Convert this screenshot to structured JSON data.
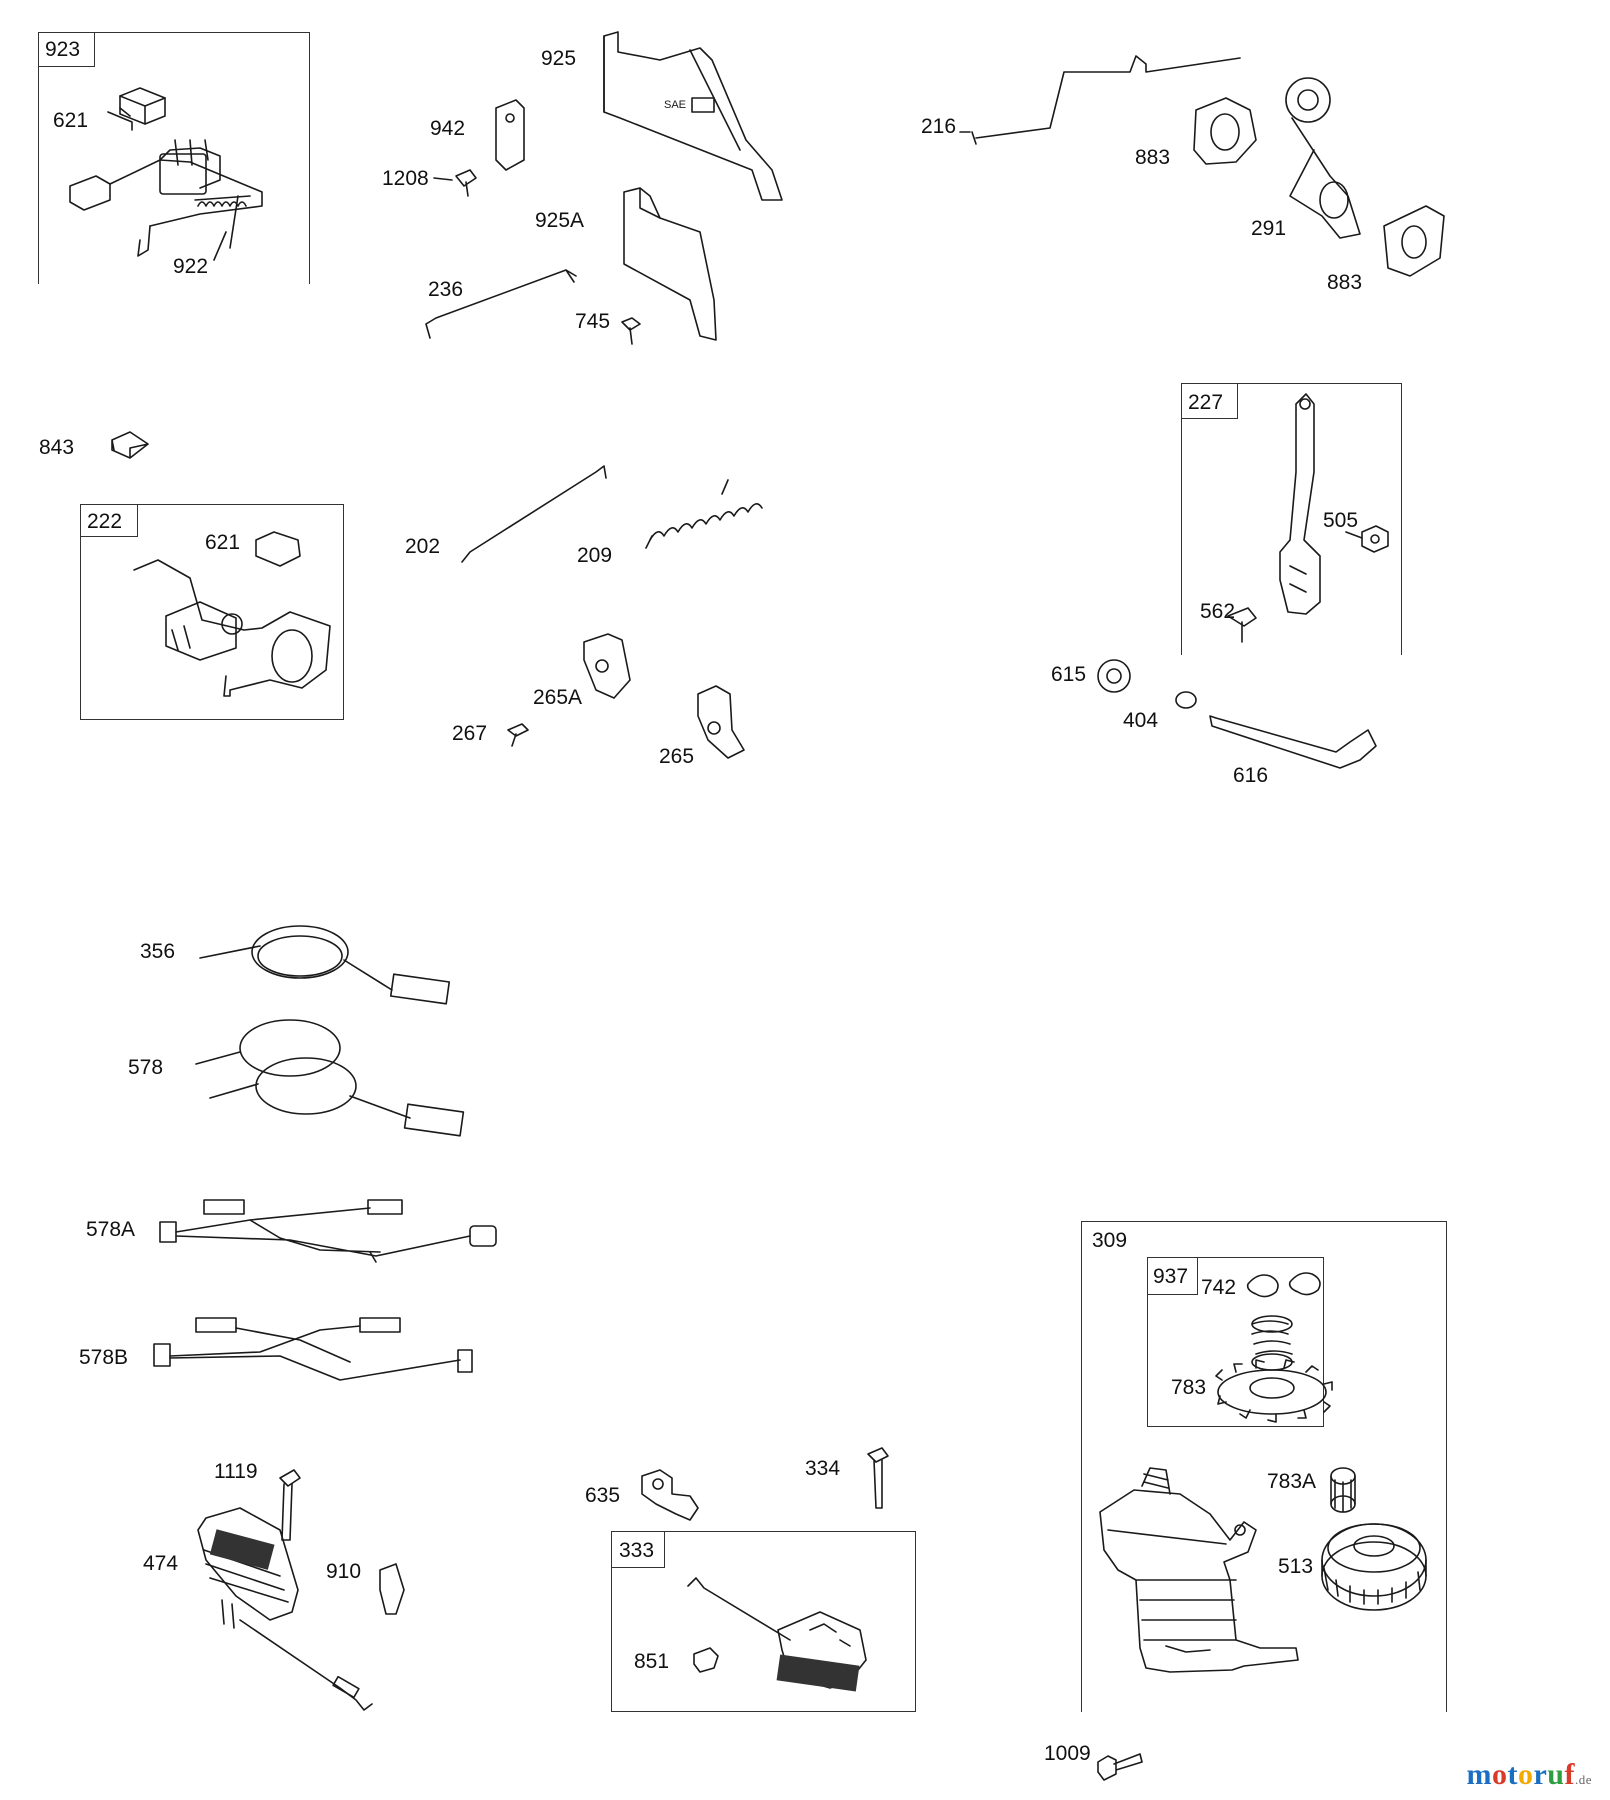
{
  "watermark": {
    "brand": "motoruf",
    "tld": ".de"
  },
  "boxes": [
    {
      "id": "box-923",
      "label": "923"
    },
    {
      "id": "box-222",
      "label": "222"
    },
    {
      "id": "box-227",
      "label": "227"
    },
    {
      "id": "box-309",
      "label": "309"
    },
    {
      "id": "box-937",
      "label": "937"
    },
    {
      "id": "box-333",
      "label": "333"
    }
  ],
  "callouts": {
    "p621a": "621",
    "p922": "922",
    "p925": "925",
    "p942": "942",
    "p1208": "1208",
    "p925A": "925A",
    "p236": "236",
    "p745": "745",
    "p216": "216",
    "p883a": "883",
    "p291": "291",
    "p883b": "883",
    "p843": "843",
    "p621b": "621",
    "p202": "202",
    "p209": "209",
    "p265A": "265A",
    "p267": "267",
    "p265": "265",
    "p505": "505",
    "p562": "562",
    "p615": "615",
    "p404": "404",
    "p616": "616",
    "p356": "356",
    "p578": "578",
    "p578A": "578A",
    "p578B": "578B",
    "p1119": "1119",
    "p474": "474",
    "p910": "910",
    "p635": "635",
    "p334": "334",
    "p851": "851",
    "p742": "742",
    "p783": "783",
    "p783A": "783A",
    "p513": "513",
    "p1009": "1009"
  }
}
